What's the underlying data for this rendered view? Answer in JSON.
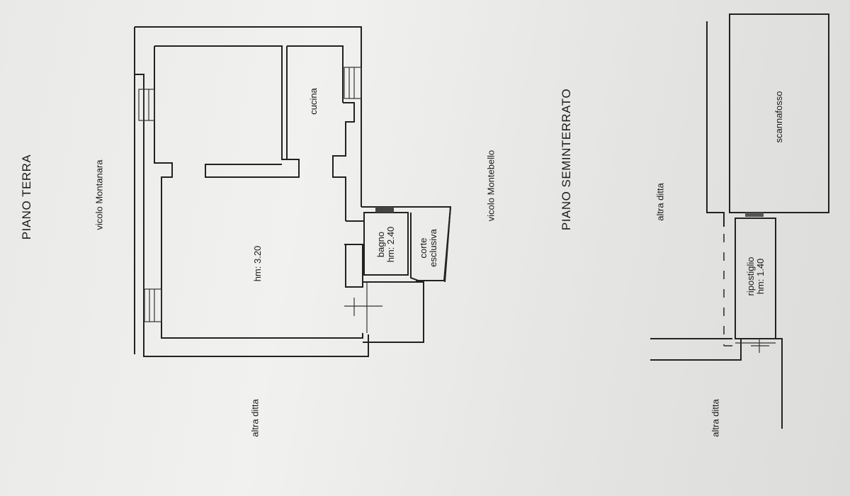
{
  "floors": {
    "ground_title": "PIANO TERRA",
    "basement_title": "PIANO SEMINTERRATO"
  },
  "streets": {
    "montanara": "vicolo Montanara",
    "montebello": "vicolo Montebello"
  },
  "neighbors": {
    "ground_bottom": "altra ditta",
    "basement_top": "altra ditta",
    "basement_bottom": "altra ditta"
  },
  "rooms": {
    "main_height": "hm: 3.20",
    "kitchen": "cucina",
    "bath_name": "bagno",
    "bath_height": "hm: 2.40",
    "court_line1": "corte",
    "court_line2": "esclusiva",
    "scannafosso": "scannafosso",
    "storage_name": "ripostiglio",
    "storage_height": "hm: 1.40"
  },
  "colors": {
    "paper": "#ececea",
    "ink": "#222222"
  }
}
